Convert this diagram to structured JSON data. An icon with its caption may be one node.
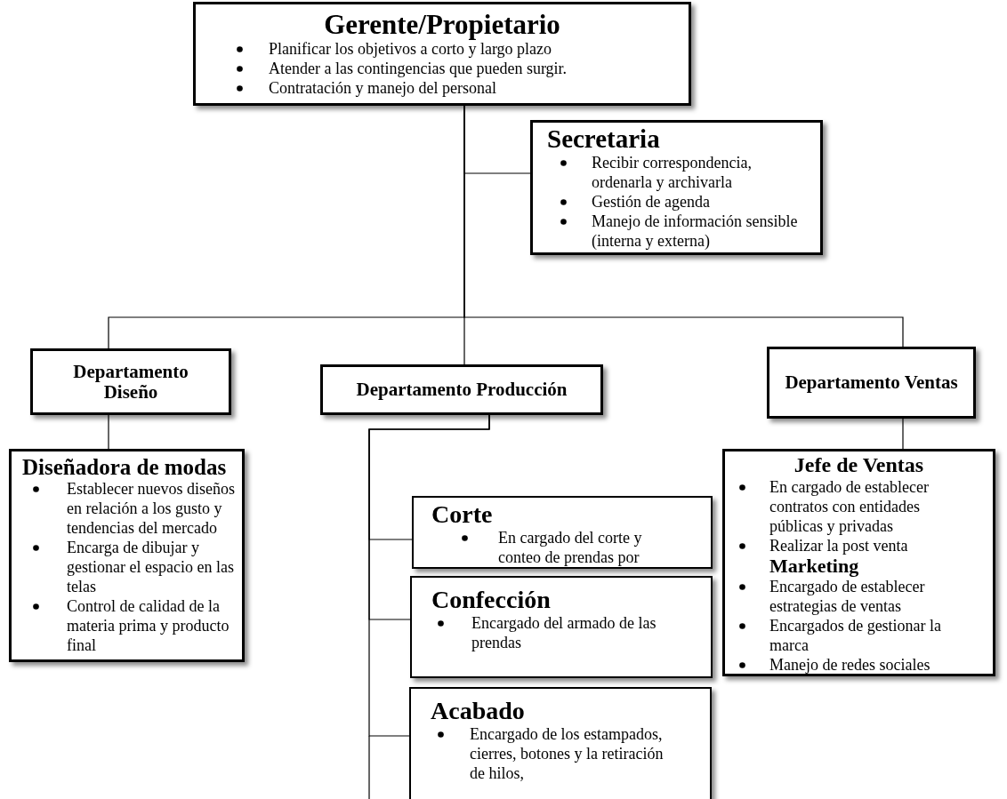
{
  "diagram": {
    "nodes": [
      {
        "text": [
          "Gerente/Propietario",
          "Planificar los objetivos a corto y largo plazo",
          "Atender a las contingencias que pueden surgir.",
          "Contratación y manejo del personal"
        ]
      },
      {
        "text": [
          "Secretaria",
          "Recibir correspondencia, ordenarla y archivarla",
          "Gestión de agenda",
          "Manejo de información sensible (interna y externa)"
        ]
      },
      {
        "text": [
          "Departamento Diseño"
        ]
      },
      {
        "text": [
          "Departamento Producción"
        ]
      },
      {
        "text": [
          "Departamento Ventas"
        ]
      },
      {
        "text": [
          "Diseñadora de modas",
          "Establecer nuevos diseños en relación a los gusto y tendencias del mercado",
          "Encarga de dibujar y gestionar el espacio en las telas",
          "Control de calidad de la materia prima y producto final"
        ]
      },
      {
        "text": [
          "Corte",
          "En cargado del corte y conteo de prendas por"
        ]
      },
      {
        "text": [
          "Confección",
          "Encargado del armado de las prendas"
        ]
      },
      {
        "text": [
          "Acabado",
          "Encargado de los estampados, cierres, botones y la retiración de hilos,"
        ]
      },
      {
        "text": [
          "Jefe de Ventas",
          "En cargado de establecer contratos con entidades públicas y privadas",
          "Realizar la post venta",
          "Marketing",
          "Encargado de establecer estrategias de ventas",
          "Encargados de gestionar la marca",
          "Manejo de redes sociales"
        ]
      }
    ],
    "edges": [
      {
        "from": 0,
        "to": 1,
        "arrow": "none"
      },
      {
        "from": 0,
        "to": 2,
        "arrow": "none"
      },
      {
        "from": 0,
        "to": 3,
        "arrow": "none"
      },
      {
        "from": 0,
        "to": 4,
        "arrow": "none"
      },
      {
        "from": 2,
        "to": 5,
        "arrow": "none"
      },
      {
        "from": 3,
        "to": 6,
        "arrow": "none"
      },
      {
        "from": 3,
        "to": 7,
        "arrow": "none"
      },
      {
        "from": 3,
        "to": 8,
        "arrow": "none"
      },
      {
        "from": 4,
        "to": 9,
        "arrow": "none"
      }
    ]
  }
}
